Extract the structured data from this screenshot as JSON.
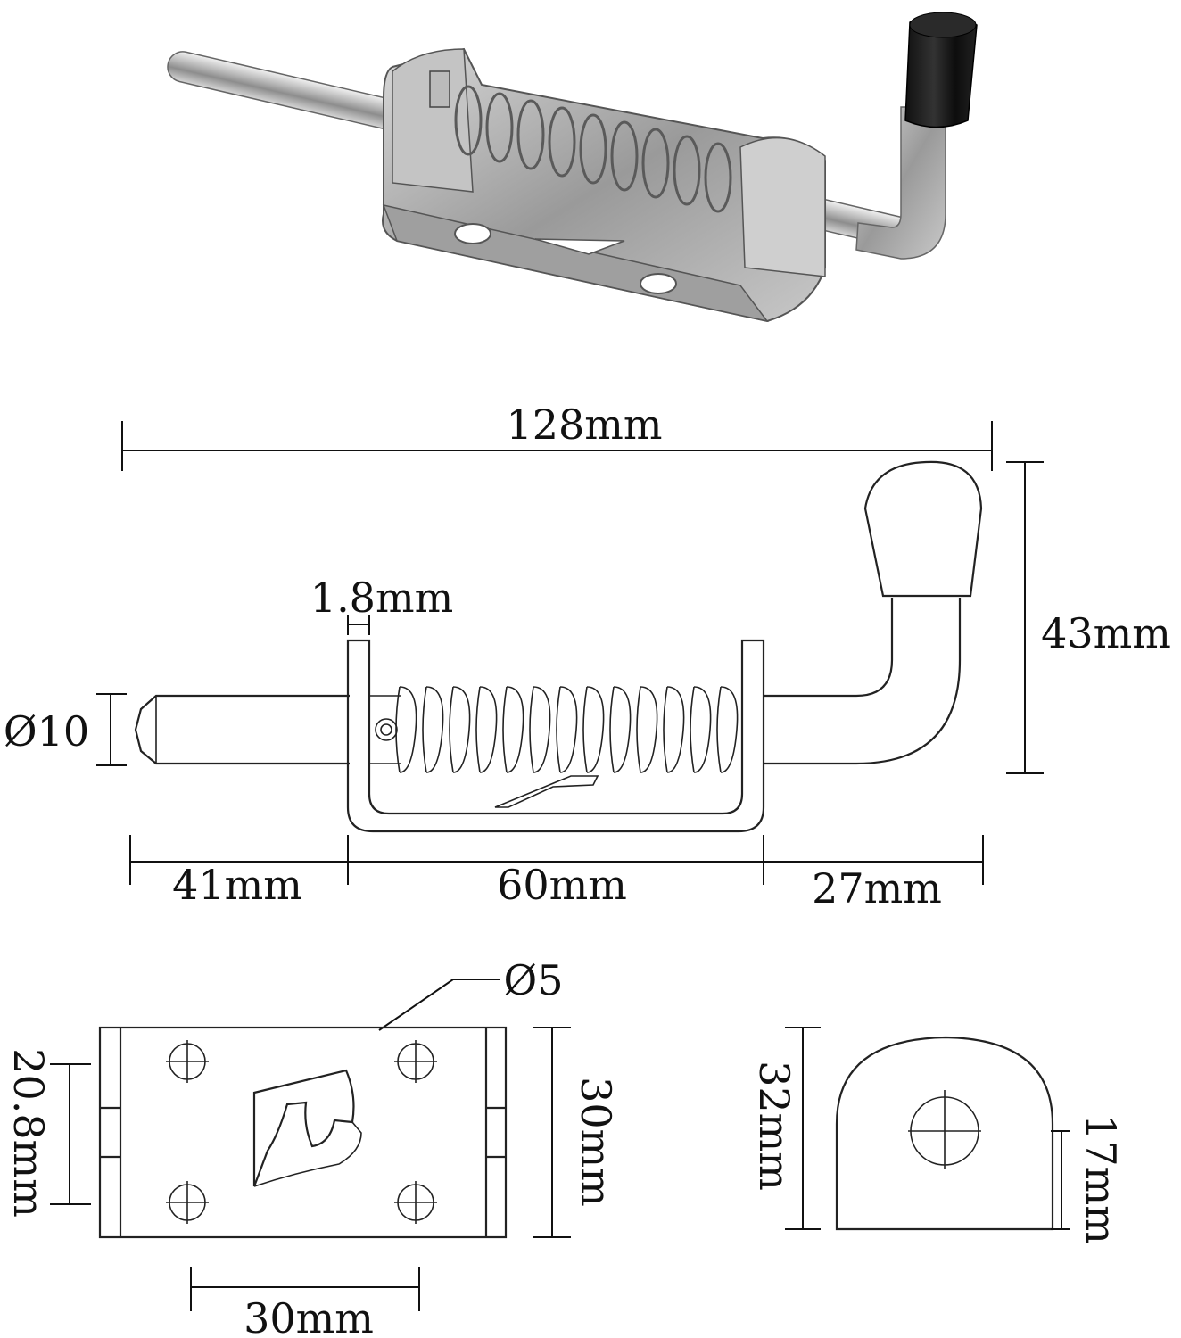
{
  "figure": {
    "title": "",
    "dimensions": {
      "overall_length": "128mm",
      "height": "43mm",
      "pin_diameter": "Ø10",
      "bracket_thickness": "1.8mm",
      "pin_exposed_left": "41mm",
      "bracket_length": "60mm",
      "handle_offset": "27mm",
      "hole_diameter": "Ø5",
      "base_inner_width": "20.8mm",
      "base_width": "30mm",
      "hole_spacing": "30mm",
      "end_plate_height": "32mm",
      "pin_center_height": "17mm"
    }
  }
}
